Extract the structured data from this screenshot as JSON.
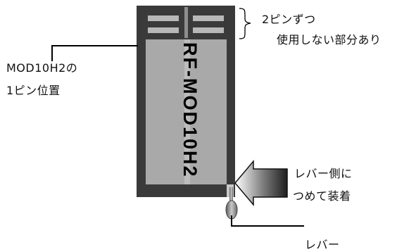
{
  "module": {
    "label": "RF-MOD10H2"
  },
  "annotations": {
    "skip_pins_line1": "2ピンずつ",
    "skip_pins_line2": "使用しない部分あり",
    "pin1_line1": "MOD10H2の",
    "pin1_line2": "1ピン位置",
    "insert_line1": "レバー側に",
    "insert_line2": "つめて装着",
    "lever": "レバー"
  },
  "colors": {
    "socket_body": "#3a3a3a",
    "module_face": "#a9a9a9",
    "slot_fill": "#b8b8b8",
    "line": "#000000",
    "arrow_light": "#ffffff",
    "arrow_dark": "#202020"
  }
}
